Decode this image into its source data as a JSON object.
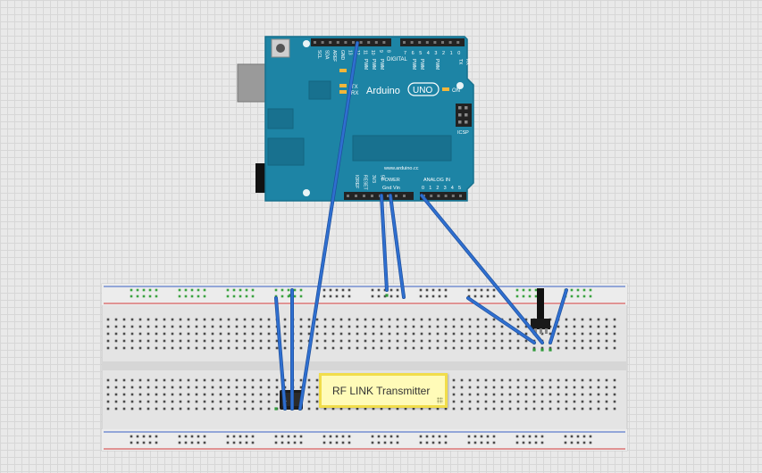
{
  "arduino": {
    "brand": "Arduino",
    "model": "UNO",
    "website": "www.arduino.cc",
    "digital_label": "DIGITAL",
    "analog_label": "ANALOG IN",
    "power_label": "POWER",
    "icsp_label": "ICSP",
    "on_label": "ON",
    "tx_label": "TX",
    "rx_label": "RX",
    "top_left_pins": [
      "SCL",
      "SDA",
      "AREF",
      "GND",
      "13",
      "12",
      "11",
      "10",
      "9",
      "8"
    ],
    "top_right_pins": [
      "7",
      "6",
      "5",
      "4",
      "3",
      "2",
      "1",
      "0"
    ],
    "power_pins": [
      "IOREF",
      "RESET",
      "3V3",
      "5V",
      "Gnd",
      "Vin"
    ],
    "analog_pins": [
      "0",
      "1",
      "2",
      "3",
      "4",
      "5"
    ],
    "pwm_label": "PWM",
    "tx_pin_label": "TX",
    "rx_pin_label": "RX",
    "colors": {
      "board": "#1d84a5",
      "board_edge": "#16708d",
      "header": "#232323"
    }
  },
  "breadboard": {
    "colors": {
      "body": "#e6e6e6",
      "rail_red": "#d33a3a",
      "rail_blue": "#3a5fc4",
      "hole": "#4a4a4a",
      "hole_active": "#2f9a3a"
    }
  },
  "components": {
    "transmitter_note": "RF LINK Transmitter",
    "transmitter": "rf-transmitter-module",
    "potentiometer": "potentiometer"
  },
  "wires": {
    "color": "#2f6fd0"
  }
}
